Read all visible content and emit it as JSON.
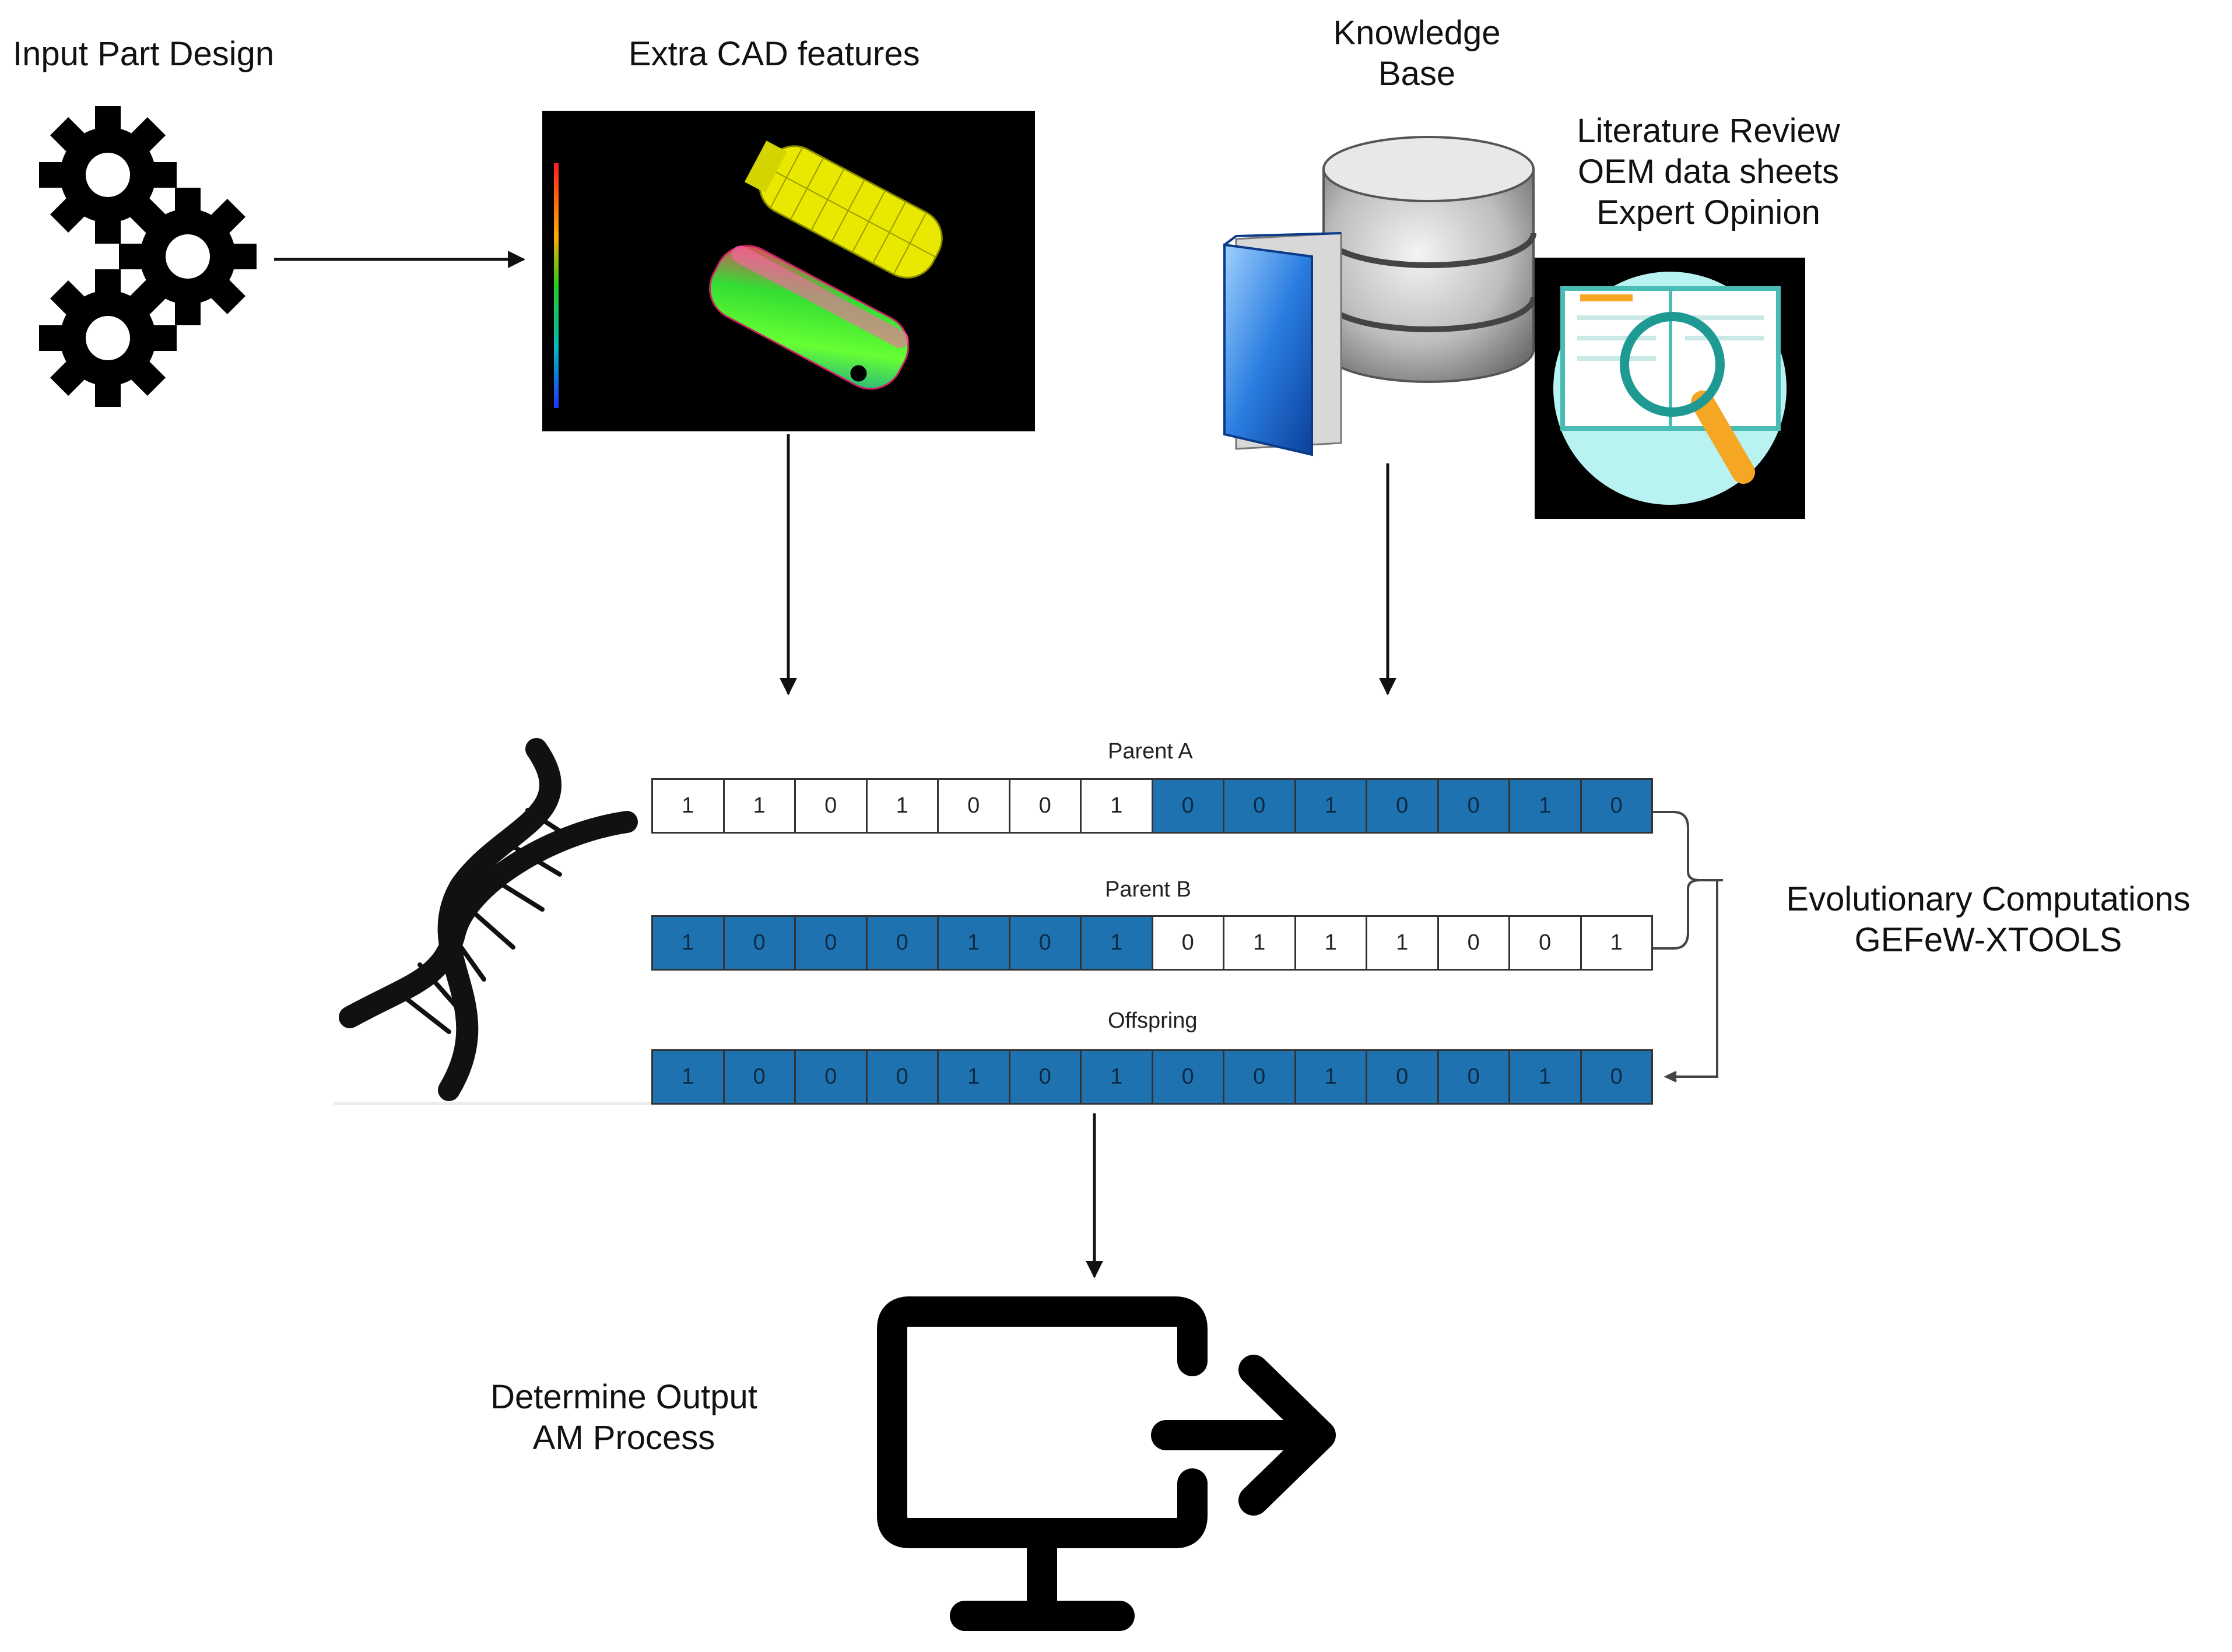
{
  "labels": {
    "input_part_design": "Input Part Design",
    "extra_cad_features": "Extra CAD features",
    "knowledge_base_line1": "Knowledge",
    "knowledge_base_line2": "Base",
    "sources": [
      "Literature Review",
      "OEM data sheets",
      "Expert Opinion"
    ],
    "evolutionary_line1": "Evolutionary Computations",
    "evolutionary_line2": "GEFeW-XTOOLS",
    "output_line1": "Determine Output",
    "output_line2": "AM Process"
  },
  "chromosomes": [
    {
      "label": "Parent A",
      "bits": [
        "1",
        "1",
        "0",
        "1",
        "0",
        "0",
        "1",
        "0",
        "0",
        "1",
        "0",
        "0",
        "1",
        "0"
      ],
      "highlight": [
        false,
        false,
        false,
        false,
        false,
        false,
        false,
        true,
        true,
        true,
        true,
        true,
        true,
        true
      ]
    },
    {
      "label": "Parent B",
      "bits": [
        "1",
        "0",
        "0",
        "0",
        "1",
        "0",
        "1",
        "0",
        "1",
        "1",
        "1",
        "0",
        "0",
        "1"
      ],
      "highlight": [
        true,
        true,
        true,
        true,
        true,
        true,
        true,
        false,
        false,
        false,
        false,
        false,
        false,
        false
      ]
    },
    {
      "label": "Offspring",
      "bits": [
        "1",
        "0",
        "0",
        "0",
        "1",
        "0",
        "1",
        "0",
        "0",
        "1",
        "0",
        "0",
        "1",
        "0"
      ],
      "highlight": [
        true,
        true,
        true,
        true,
        true,
        true,
        true,
        true,
        true,
        true,
        true,
        true,
        true,
        true
      ]
    }
  ],
  "colors": {
    "gene_blue": "#1f72b0",
    "arrow": "#111111",
    "cad_bg": "#000000"
  },
  "icons": [
    "gears-icon",
    "cad-render-image",
    "database-icon",
    "book-icon",
    "magnifier-book-icon",
    "dna-icon",
    "monitor-output-icon"
  ]
}
